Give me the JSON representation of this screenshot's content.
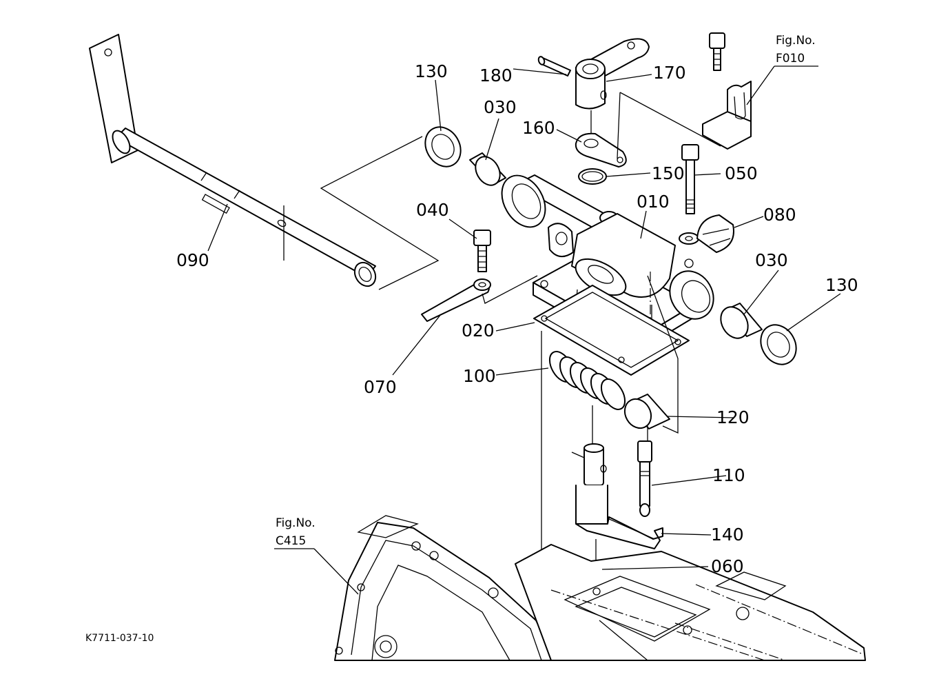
{
  "diagram": {
    "code": "K7711-037-10",
    "fig_refs": [
      {
        "key": "f010",
        "line1": "Fig.No.",
        "line2": "F010"
      },
      {
        "key": "c415",
        "line1": "Fig.No.",
        "line2": "C415"
      }
    ],
    "part_labels": {
      "p010": "010",
      "p020": "020",
      "p030a": "030",
      "p030b": "030",
      "p040": "040",
      "p050": "050",
      "p060": "060",
      "p070": "070",
      "p080": "080",
      "p090": "090",
      "p100": "100",
      "p110": "110",
      "p120": "120",
      "p130a": "130",
      "p130b": "130",
      "p140": "140",
      "p150": "150",
      "p160": "160",
      "p170": "170",
      "p180": "180"
    }
  }
}
